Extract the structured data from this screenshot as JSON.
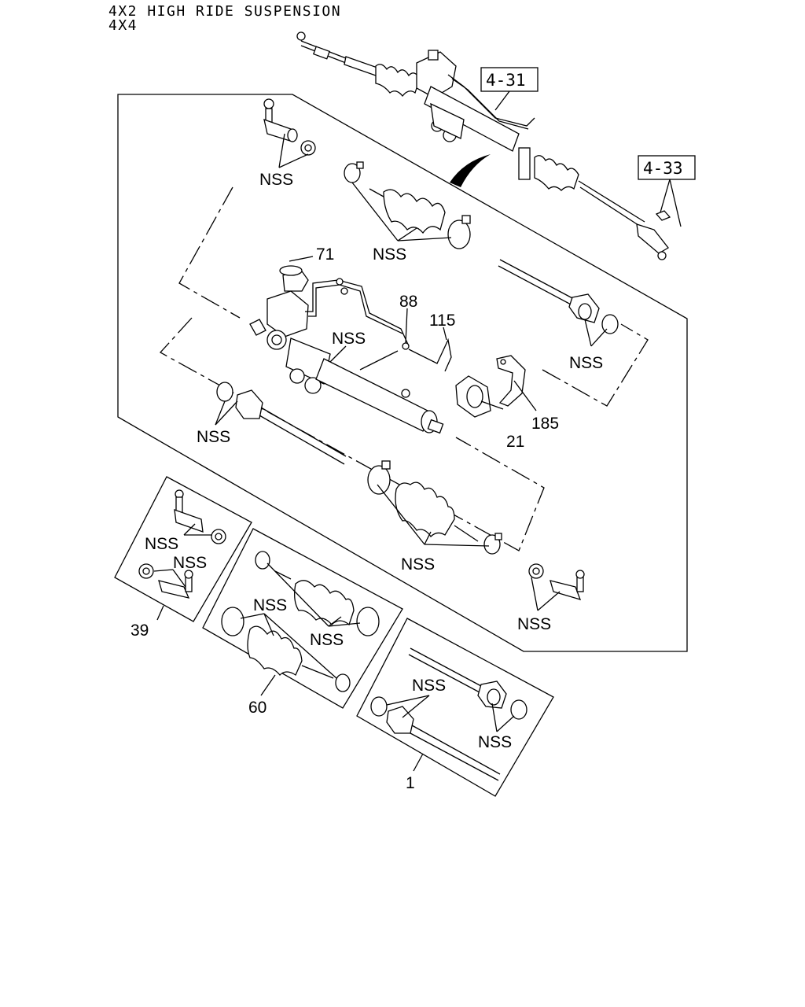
{
  "header": {
    "line1": "4X2 HIGH RIDE SUSPENSION",
    "line2": "4X4"
  },
  "references": {
    "ref_4_31": "4-31",
    "ref_4_33": "4-33"
  },
  "callouts": {
    "c71": "71",
    "c88": "88",
    "c115": "115",
    "c185": "185",
    "c21": "21",
    "c39": "39",
    "c60": "60",
    "c1": "1"
  },
  "nss_label": "NSS"
}
